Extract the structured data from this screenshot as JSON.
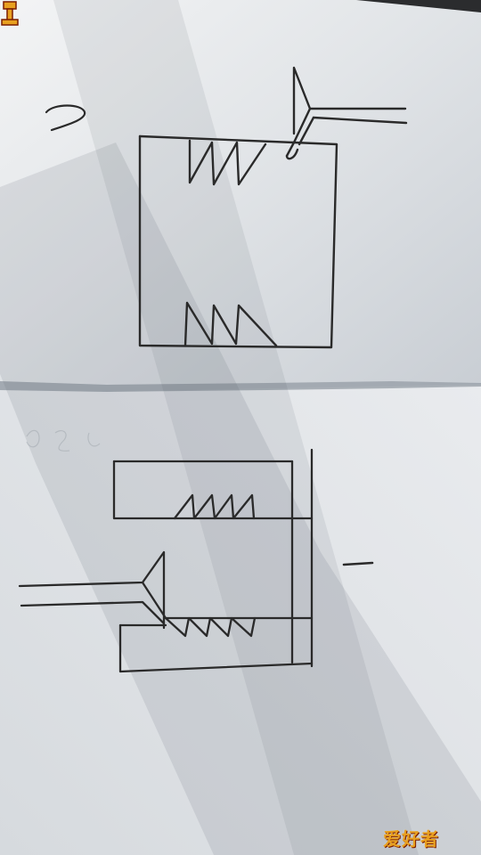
{
  "image": {
    "kind": "photo-of-hand-drawing",
    "paper_color": "#eceef0",
    "shadow_color": "#9aa3ad",
    "ink_color": "#2a2a2a",
    "upper_sheet": {
      "label_glyph": "2"
    },
    "lower_sheet": {
      "mark_glyph": "-"
    }
  },
  "watermark": {
    "text": "爱好者",
    "badge_icon": "figure-logo-icon",
    "text_color": "#e8a020",
    "outline_color": "#7a1c00"
  }
}
